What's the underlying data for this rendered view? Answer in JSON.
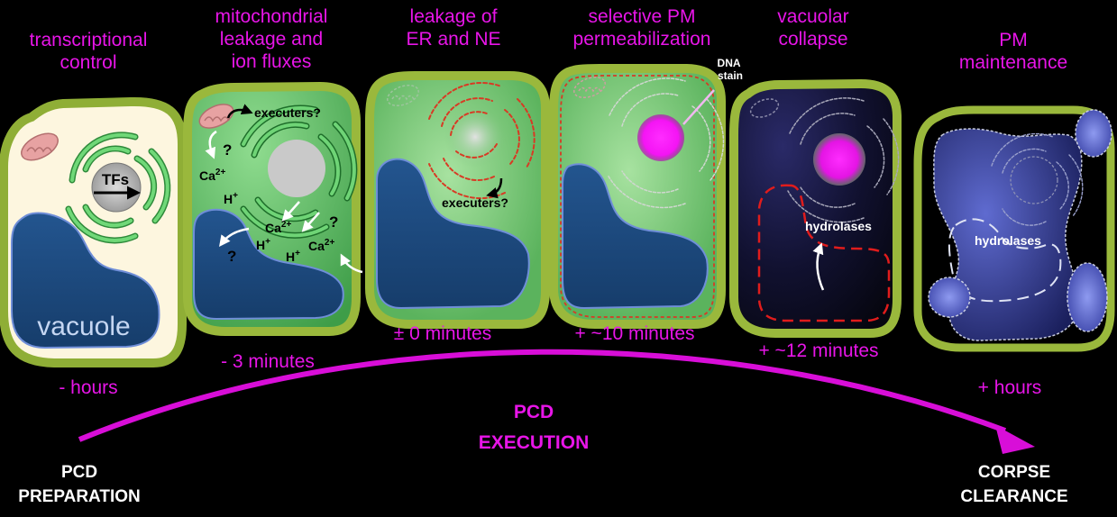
{
  "stages": [
    {
      "title": "transcriptional\ncontrol",
      "time": "- hours"
    },
    {
      "title": "mitochondrial\nleakage and\nion fluxes",
      "time": "- 3 minutes"
    },
    {
      "title": "leakage of\nER and NE",
      "time": "± 0 minutes"
    },
    {
      "title": "selective PM\npermeabilization",
      "time": "+ ~10 minutes"
    },
    {
      "title": "vacuolar\ncollapse",
      "time": "+ ~12 minutes"
    },
    {
      "title": "PM\nmaintenance",
      "time": "+ hours"
    }
  ],
  "phases": {
    "preparation": "PCD\nPREPARATION",
    "execution": "PCD\nEXECUTION",
    "clearance": "CORPSE\nCLEARANCE"
  },
  "labels": {
    "vacuole": "vacuole",
    "tfs": "TFs",
    "executers": "executers?",
    "executers_q": "executers?",
    "q": "?",
    "ca": "Ca",
    "h": "H",
    "sup2": "2+",
    "supplus": "+",
    "dna_stain": "DNA\nstain",
    "hydrolases": "hydrolases"
  },
  "colors": {
    "accent": "#e815e8",
    "cell_wall": "#9ab83c",
    "cytoplasm_early": "#fdf6df",
    "cytoplasm_green": "#5fbf63",
    "vacuole": "#1e4f8a",
    "collapsed": "#141436",
    "dna_stain": "#ff22ff",
    "mitochondrion": "#e7a2a2"
  }
}
